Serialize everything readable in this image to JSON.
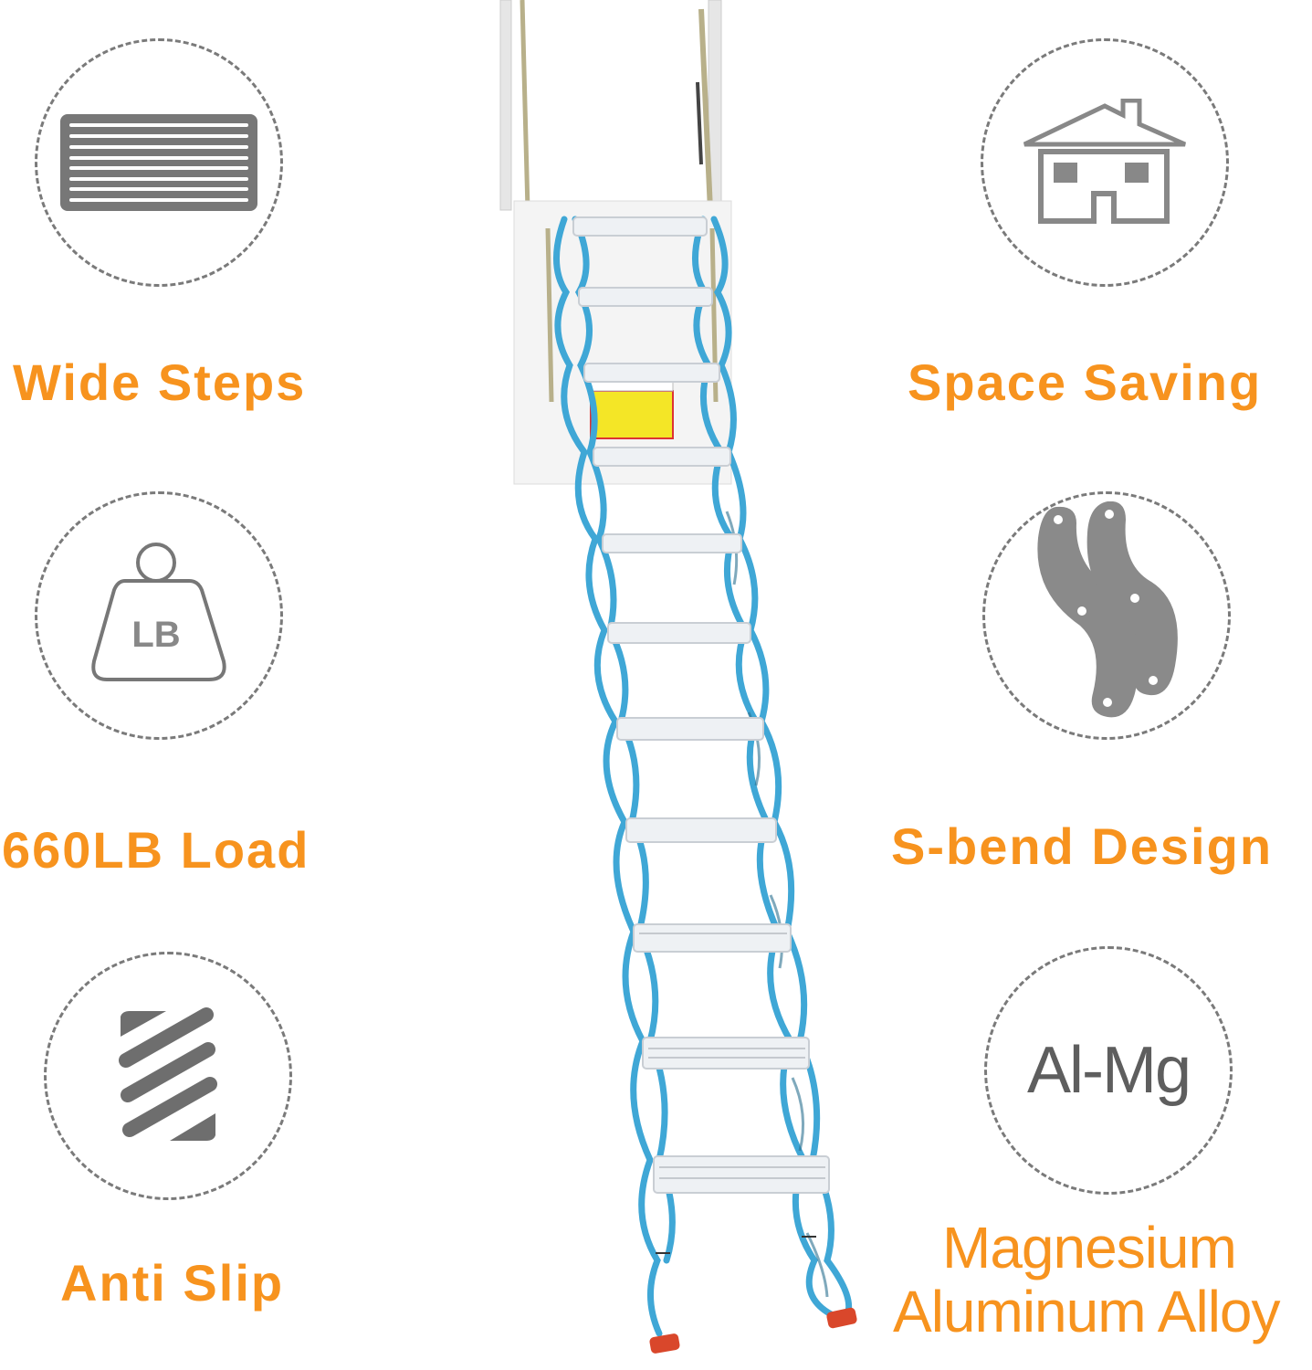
{
  "features_left": [
    {
      "label": "Wide Steps",
      "icon": "wide-steps-icon"
    },
    {
      "label": "660LB Load",
      "icon": "weight-lb-icon",
      "icon_text": "LB"
    },
    {
      "label": "Anti Slip",
      "icon": "anti-slip-icon"
    }
  ],
  "features_right": [
    {
      "label": "Space Saving",
      "icon": "house-icon"
    },
    {
      "label": "S-bend Design",
      "icon": "s-bend-icon"
    },
    {
      "label_line1": "Magnesium",
      "label_line2": "Aluminum Alloy",
      "icon": "al-mg-icon",
      "icon_text": "Al-Mg"
    }
  ],
  "product": {
    "name": "attic-ladder",
    "description": "Telescoping blue scissor attic ladder with white steps"
  },
  "colors": {
    "accent": "#f7931e",
    "icon_gray": "#7a7a7a",
    "ladder_blue": "#3fa7d6",
    "foot_red": "#d9472b"
  }
}
